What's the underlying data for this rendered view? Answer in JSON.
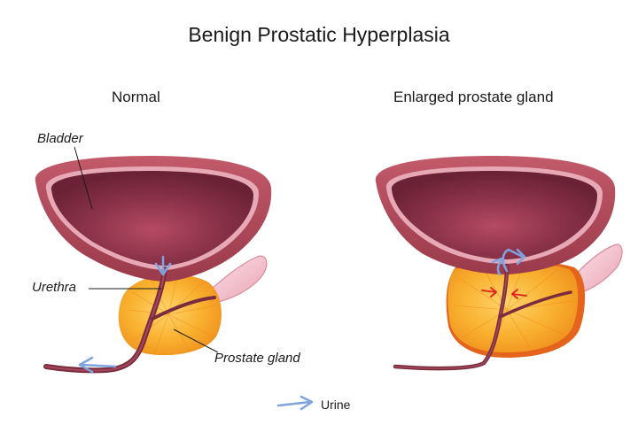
{
  "title": "Benign Prostatic Hyperplasia",
  "panels": {
    "normal": {
      "title": "Normal"
    },
    "enlarged": {
      "title": "Enlarged prostate gland"
    }
  },
  "labels": {
    "bladder": "Bladder",
    "urethra": "Urethra",
    "prostate": "Prostate gland"
  },
  "legend": {
    "urine": "Urine"
  },
  "colors": {
    "bladder_outer": "#b34a5c",
    "bladder_lining": "#e8a9b6",
    "bladder_inner": "#7d2a3e",
    "prostate": "#f5a425",
    "prostate_highlight": "#ffcf63",
    "prostate_shadow": "#e3641a",
    "urethra": "#7a2c3e",
    "urine_arrow": "#7ea3df",
    "compression_arrow": "#e02020",
    "seminal": "#f7c9d3"
  }
}
